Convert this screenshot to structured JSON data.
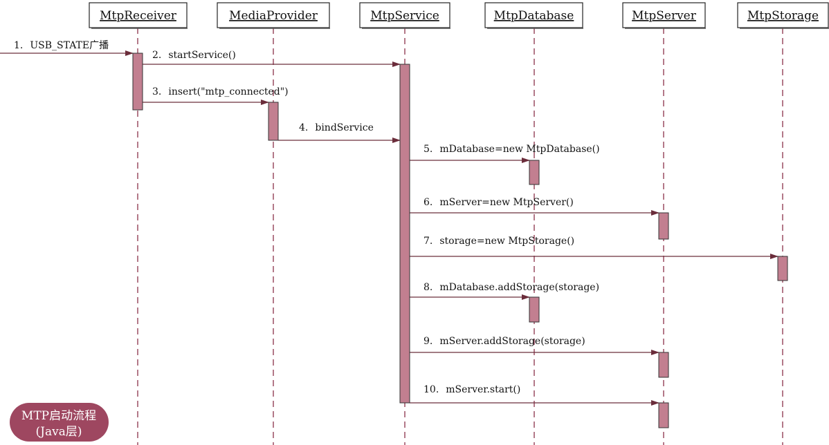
{
  "diagram": {
    "participants": [
      {
        "id": "receiver",
        "name": "MtpReceiver"
      },
      {
        "id": "provider",
        "name": "MediaProvider"
      },
      {
        "id": "service",
        "name": "MtpService"
      },
      {
        "id": "database",
        "name": "MtpDatabase"
      },
      {
        "id": "server",
        "name": "MtpServer"
      },
      {
        "id": "storage",
        "name": "MtpStorage"
      }
    ],
    "messages": [
      {
        "num": "1.",
        "text": "USB_STATE广播",
        "from": "external",
        "to": "receiver"
      },
      {
        "num": "2.",
        "text": "startService()",
        "from": "receiver",
        "to": "service"
      },
      {
        "num": "3.",
        "text": "insert(\"mtp_connected\")",
        "from": "receiver",
        "to": "provider"
      },
      {
        "num": "4.",
        "text": "bindService",
        "from": "provider",
        "to": "service"
      },
      {
        "num": "5.",
        "text": "mDatabase=new MtpDatabase()",
        "from": "service",
        "to": "database"
      },
      {
        "num": "6.",
        "text": "mServer=new MtpServer()",
        "from": "service",
        "to": "server"
      },
      {
        "num": "7.",
        "text": "storage=new MtpStorage()",
        "from": "service",
        "to": "storage"
      },
      {
        "num": "8.",
        "text": "mDatabase.addStorage(storage)",
        "from": "service",
        "to": "database"
      },
      {
        "num": "9.",
        "text": "mServer.addStorage(storage)",
        "from": "service",
        "to": "server"
      },
      {
        "num": "10.",
        "text": "mServer.start()",
        "from": "service",
        "to": "server"
      }
    ],
    "legend": {
      "line1": "MTP启动流程",
      "line2": "(Java层)"
    },
    "colors": {
      "activation": "#c27f90",
      "arrow": "#6b2d3b",
      "lifeline": "#8a2f48",
      "legend_bg": "#9e4760"
    }
  }
}
